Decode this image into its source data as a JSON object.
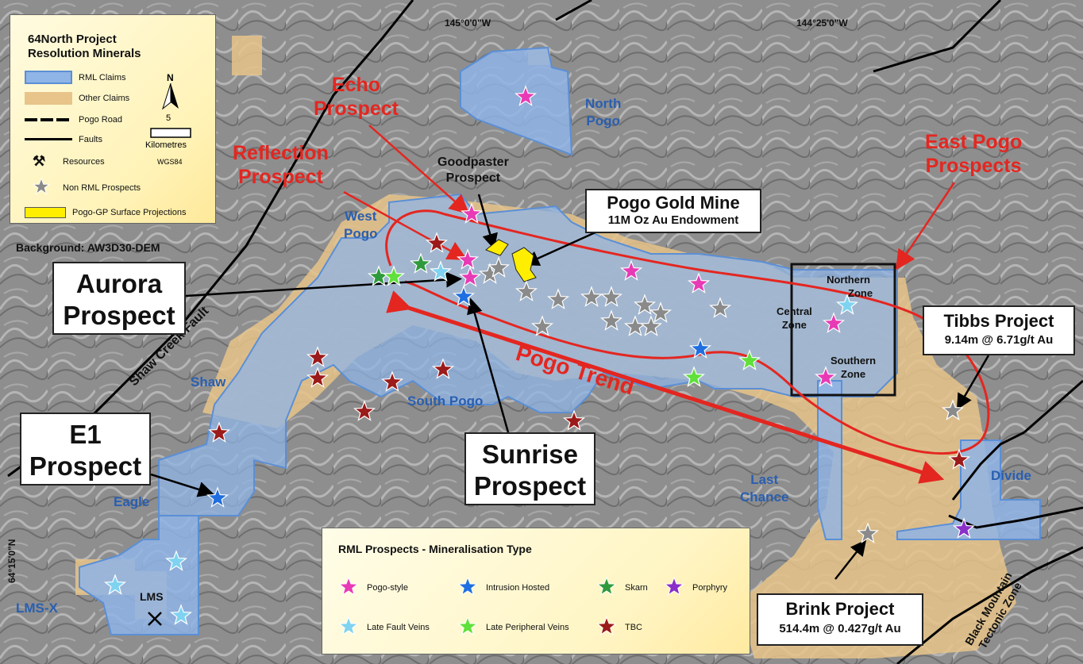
{
  "legend": {
    "title1": "64North Project",
    "title2": "Resolution Minerals",
    "rml_claims": "RML Claims",
    "other_claims": "Other Claims",
    "pogo_road": "Pogo Road",
    "faults": "Faults",
    "resources": "Resources",
    "non_rml": "Non RML Prospects",
    "pogo_gp": "Pogo-GP Surface Projections",
    "north": "N",
    "scale_value": "5",
    "scale_unit": "Kilometres",
    "datum": "WGS84"
  },
  "background": "Background: AW3D30-DEM",
  "coords": {
    "lon1": "145°0'0\"W",
    "lon2": "144°25'0\"W",
    "lat1": "64°15'0\"N"
  },
  "areas": {
    "north_pogo_1": "North",
    "north_pogo_2": "Pogo",
    "west_pogo_1": "West",
    "west_pogo_2": "Pogo",
    "shaw": "Shaw",
    "south_pogo": "South Pogo",
    "eagle": "Eagle",
    "lms_x": "LMS-X",
    "lms": "LMS",
    "last_chance_1": "Last",
    "last_chance_2": "Chance",
    "divide": "Divide"
  },
  "zones": {
    "northern_1": "Northern",
    "northern_2": "Zone",
    "central_1": "Central",
    "central_2": "Zone",
    "southern_1": "Southern",
    "southern_2": "Zone"
  },
  "red_labels": {
    "echo_1": "Echo",
    "echo_2": "Prospect",
    "reflection_1": "Reflection",
    "reflection_2": "Prospect",
    "east_pogo_1": "East Pogo",
    "east_pogo_2": "Prospects",
    "pogo_trend": "Pogo Trend"
  },
  "goodpaster_1": "Goodpaster",
  "goodpaster_2": "Prospect",
  "faults": {
    "shaw_creek": "Shaw Creek Fault",
    "black_mountain_1": "Black Mountain",
    "black_mountain_2": "Tectonic Zone"
  },
  "callouts": {
    "pogo_mine_title": "Pogo Gold Mine",
    "pogo_mine_sub": "11M Oz Au Endowment",
    "aurora_1": "Aurora",
    "aurora_2": "Prospect",
    "e1_1": "E1",
    "e1_2": "Prospect",
    "sunrise_1": "Sunrise",
    "sunrise_2": "Prospect",
    "tibbs_title": "Tibbs Project",
    "tibbs_sub": "9.14m @ 6.71g/t Au",
    "brink_title": "Brink Project",
    "brink_sub": "514.4m @ 0.427g/t Au"
  },
  "mineral_legend": {
    "title": "RML Prospects - Mineralisation Type",
    "items": [
      {
        "label": "Pogo-style",
        "color": "#e83ab5"
      },
      {
        "label": "Intrusion Hosted",
        "color": "#1f6fe0"
      },
      {
        "label": "Skarn",
        "color": "#2f9a3c"
      },
      {
        "label": "Porphyry",
        "color": "#8a2fc8"
      },
      {
        "label": "Late Fault Veins",
        "color": "#7fd3f0"
      },
      {
        "label": "Late Peripheral Veins",
        "color": "#5fe03a"
      },
      {
        "label": "TBC",
        "color": "#9b1a1a"
      }
    ]
  },
  "colors": {
    "rml_claims": "#8fb4e6",
    "other_claims": "#e8c48a",
    "callout_red": "#e42620",
    "label_blue": "#2a5fb0"
  }
}
